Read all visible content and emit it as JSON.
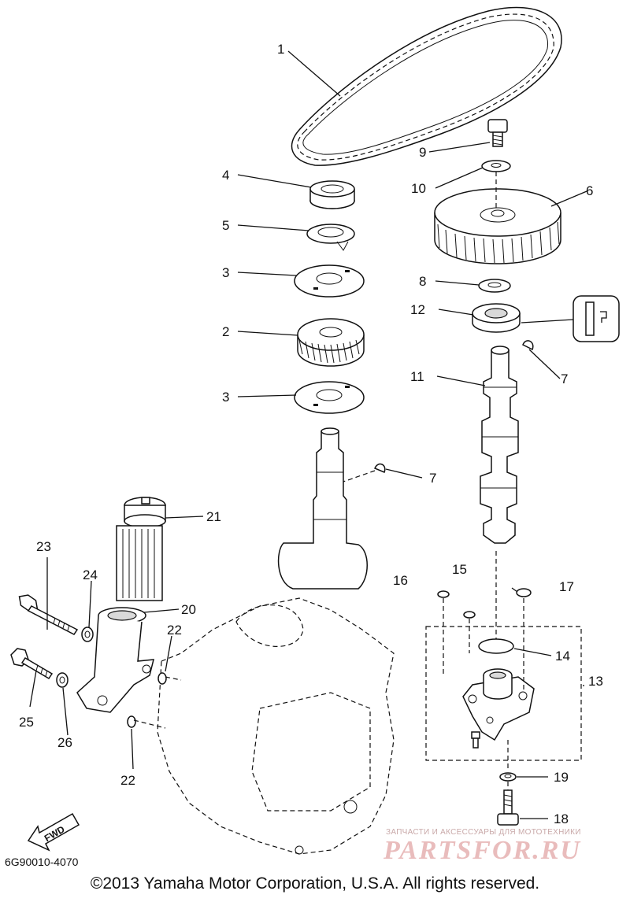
{
  "diagram_code": "6G90010-4070",
  "copyright": "©2013 Yamaha Motor Corporation, U.S.A. All rights reserved.",
  "watermark": {
    "tagline": "ЗАПЧАСТИ И АКСЕССУАРЫ ДЛЯ МОТОТЕХНИКИ",
    "brand": "PARTSFOR.RU"
  },
  "fwd_label": "FWD",
  "callouts": {
    "n1": "1",
    "n2": "2",
    "n3a": "3",
    "n3b": "3",
    "n4": "4",
    "n5": "5",
    "n6": "6",
    "n7a": "7",
    "n7b": "7",
    "n8": "8",
    "n9": "9",
    "n10": "10",
    "n11": "11",
    "n12": "12",
    "n13": "13",
    "n14": "14",
    "n15": "15",
    "n16": "16",
    "n17": "17",
    "n18": "18",
    "n19": "19",
    "n20": "20",
    "n21": "21",
    "n22a": "22",
    "n22b": "22",
    "n23": "23",
    "n24": "24",
    "n25": "25",
    "n26": "26"
  },
  "colors": {
    "ink": "#111111",
    "watermark": "#e9bcbc"
  }
}
